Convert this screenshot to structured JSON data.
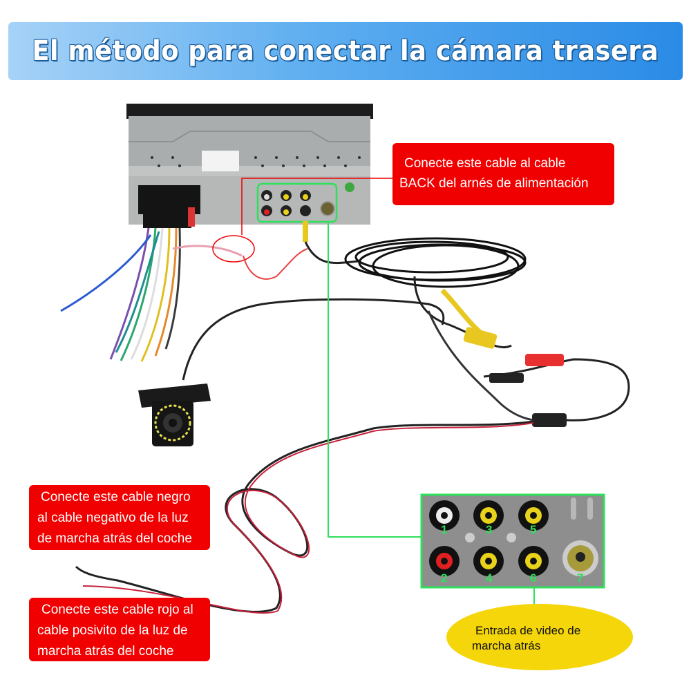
{
  "title": "El método para conectar la cámara trasera",
  "callouts": {
    "back_cable": [
      "Conecte este cable al cable",
      "BACK del arnés de alimentación"
    ],
    "black_cable": [
      "Conecte este cable negro",
      "al cable negativo de la luz",
      "de marcha atrás del coche"
    ],
    "red_cable": [
      "Conecte este cable rojo al",
      "cable posivito de la luz de",
      "marcha atrás del coche"
    ]
  },
  "video_input_label": [
    "Entrada de video de",
    "marcha atrás"
  ],
  "rca_ports": [
    "1",
    "2",
    "3",
    "4",
    "5",
    "6",
    "7"
  ],
  "colors": {
    "banner_start": "#a6d2f7",
    "banner_end": "#2a8be6",
    "callout_red": "#f00000",
    "highlight_green": "#2ee05a",
    "label_yellow": "#f5d60a"
  }
}
